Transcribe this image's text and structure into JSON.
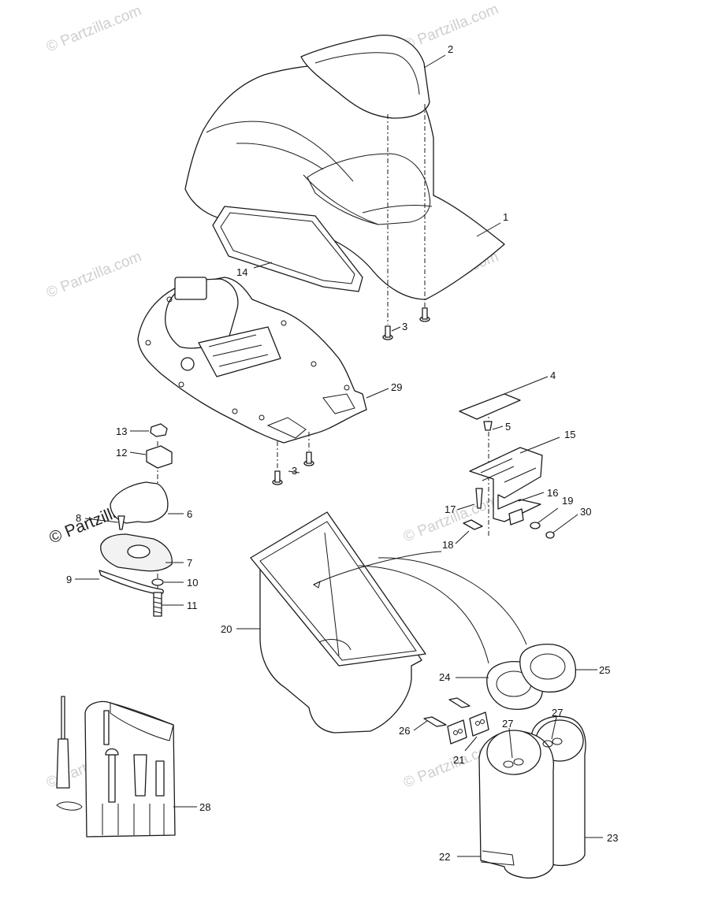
{
  "watermark": {
    "text": "© Partzilla.com",
    "color": "#cfcfcf",
    "strong_color": "#222222"
  },
  "callouts": [
    {
      "id": "c1",
      "label": "1"
    },
    {
      "id": "c2",
      "label": "2"
    },
    {
      "id": "c3a",
      "label": "3"
    },
    {
      "id": "c3b",
      "label": "3"
    },
    {
      "id": "c4",
      "label": "4"
    },
    {
      "id": "c5",
      "label": "5"
    },
    {
      "id": "c6",
      "label": "6"
    },
    {
      "id": "c7",
      "label": "7"
    },
    {
      "id": "c8",
      "label": "8"
    },
    {
      "id": "c9",
      "label": "9"
    },
    {
      "id": "c10",
      "label": "10"
    },
    {
      "id": "c11",
      "label": "11"
    },
    {
      "id": "c12",
      "label": "12"
    },
    {
      "id": "c13",
      "label": "13"
    },
    {
      "id": "c14",
      "label": "14"
    },
    {
      "id": "c15",
      "label": "15"
    },
    {
      "id": "c16",
      "label": "16"
    },
    {
      "id": "c17",
      "label": "17"
    },
    {
      "id": "c18",
      "label": "18"
    },
    {
      "id": "c19",
      "label": "19"
    },
    {
      "id": "c20",
      "label": "20"
    },
    {
      "id": "c21",
      "label": "21"
    },
    {
      "id": "c22",
      "label": "22"
    },
    {
      "id": "c23",
      "label": "23"
    },
    {
      "id": "c24",
      "label": "24"
    },
    {
      "id": "c25",
      "label": "25"
    },
    {
      "id": "c26",
      "label": "26"
    },
    {
      "id": "c27a",
      "label": "27"
    },
    {
      "id": "c27b",
      "label": "27"
    },
    {
      "id": "c28",
      "label": "28"
    },
    {
      "id": "c29",
      "label": "29"
    },
    {
      "id": "c30",
      "label": "30"
    }
  ]
}
